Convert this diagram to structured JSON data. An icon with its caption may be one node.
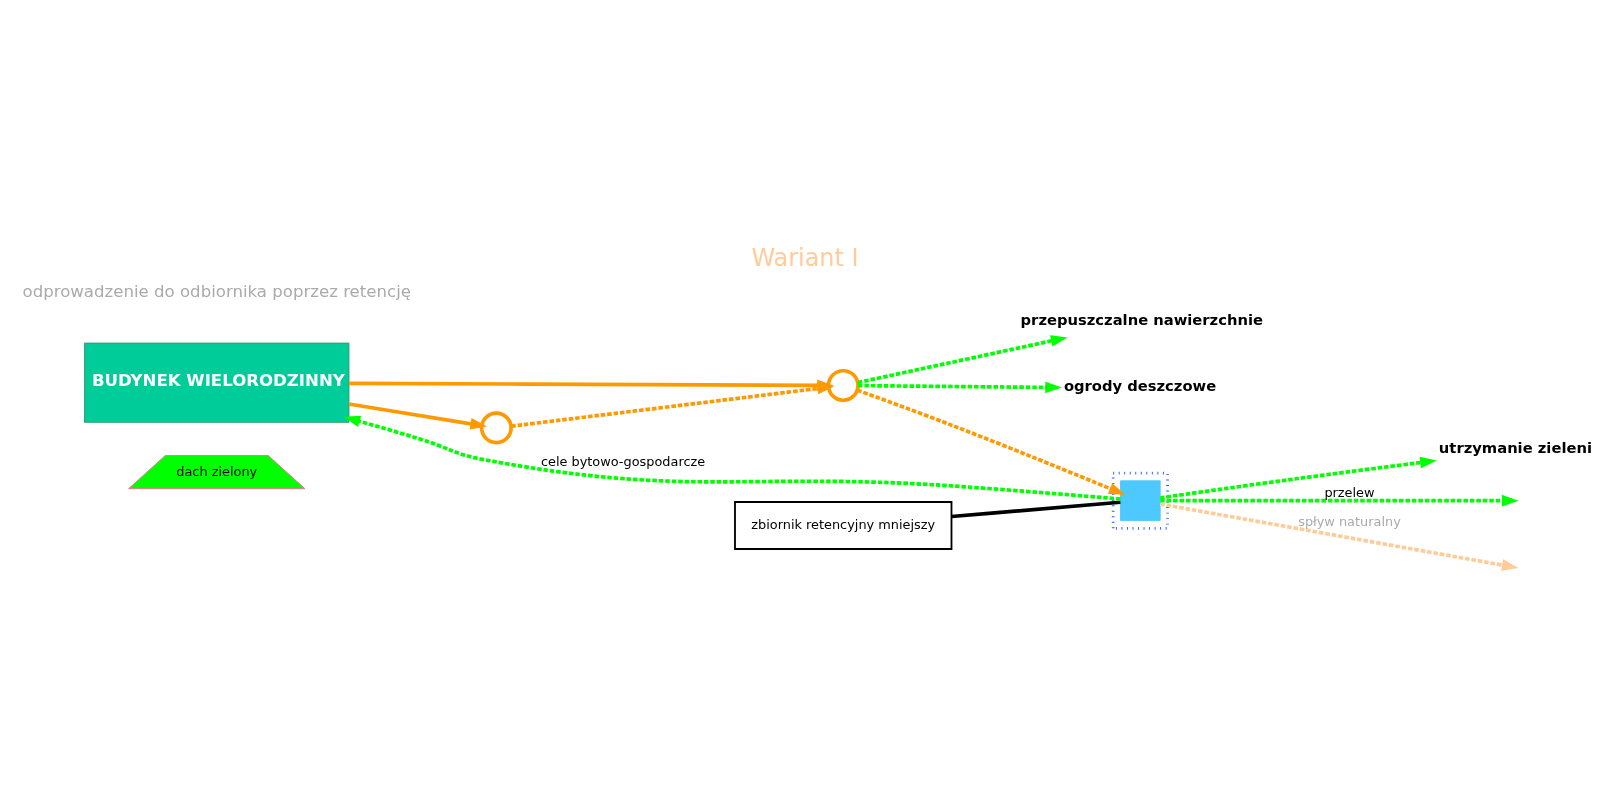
{
  "diagram": {
    "title": "Wariant I",
    "nodes": [
      {
        "text": [
          "dach zielony"
        ]
      },
      {
        "text": [
          "BUDYNEK WIELORODZINNY"
        ]
      },
      {
        "text": [],
        "shape": "circle"
      },
      {
        "text": [],
        "shape": "circle"
      },
      {
        "text": [
          "ogrody deszczowe"
        ]
      },
      {
        "text": [
          "przepuszczalne nawierzchnie"
        ]
      },
      {
        "text": [
          "zbiornik retencyjny mniejszy"
        ]
      },
      {
        "text": [],
        "shape": "box"
      },
      {
        "text": [],
        "shape": "box",
        "in": 7
      },
      {
        "text": [
          "utrzymanie zieleni"
        ]
      }
    ],
    "edges": [
      {
        "from": 1,
        "to": 2,
        "arrow": "to",
        "color": "#ff9900"
      },
      {
        "from": 1,
        "to": 3,
        "arrow": "to",
        "color": "#ff9900"
      },
      {
        "from": 2,
        "to": 3,
        "arrow": "to",
        "style": "dashed",
        "color": "#ff9900"
      },
      {
        "from": 3,
        "to": 8,
        "arrow": "to",
        "style": "dashed",
        "color": "#ff9900"
      },
      {
        "from": 3,
        "to": 4,
        "arrow": "to",
        "style": "dashed"
      },
      {
        "from": 3,
        "to": 5,
        "arrow": "to",
        "style": "dashed"
      },
      {
        "from": 6,
        "to": 8,
        "arrow": "none",
        "color": "#000000"
      },
      {
        "from": 8,
        "to": 9,
        "arrow": "to",
        "style": "dashed"
      },
      {
        "from": 8,
        "to": 1,
        "arrow": "to",
        "style": "dashed",
        "label": "cele bytowo-gospodarcze"
      },
      {
        "from": 8,
        "to": null,
        "arrow": "to",
        "style": "dashed",
        "color": "#ffcc99",
        "label": "spływ naturalny"
      },
      {
        "from": 8,
        "to": null,
        "arrow": "to",
        "style": "dashed",
        "color": "#00ff00",
        "label": "przelew"
      }
    ],
    "labels": [
      "odprowadzenie do odbiornika poprzez retencję"
    ]
  }
}
